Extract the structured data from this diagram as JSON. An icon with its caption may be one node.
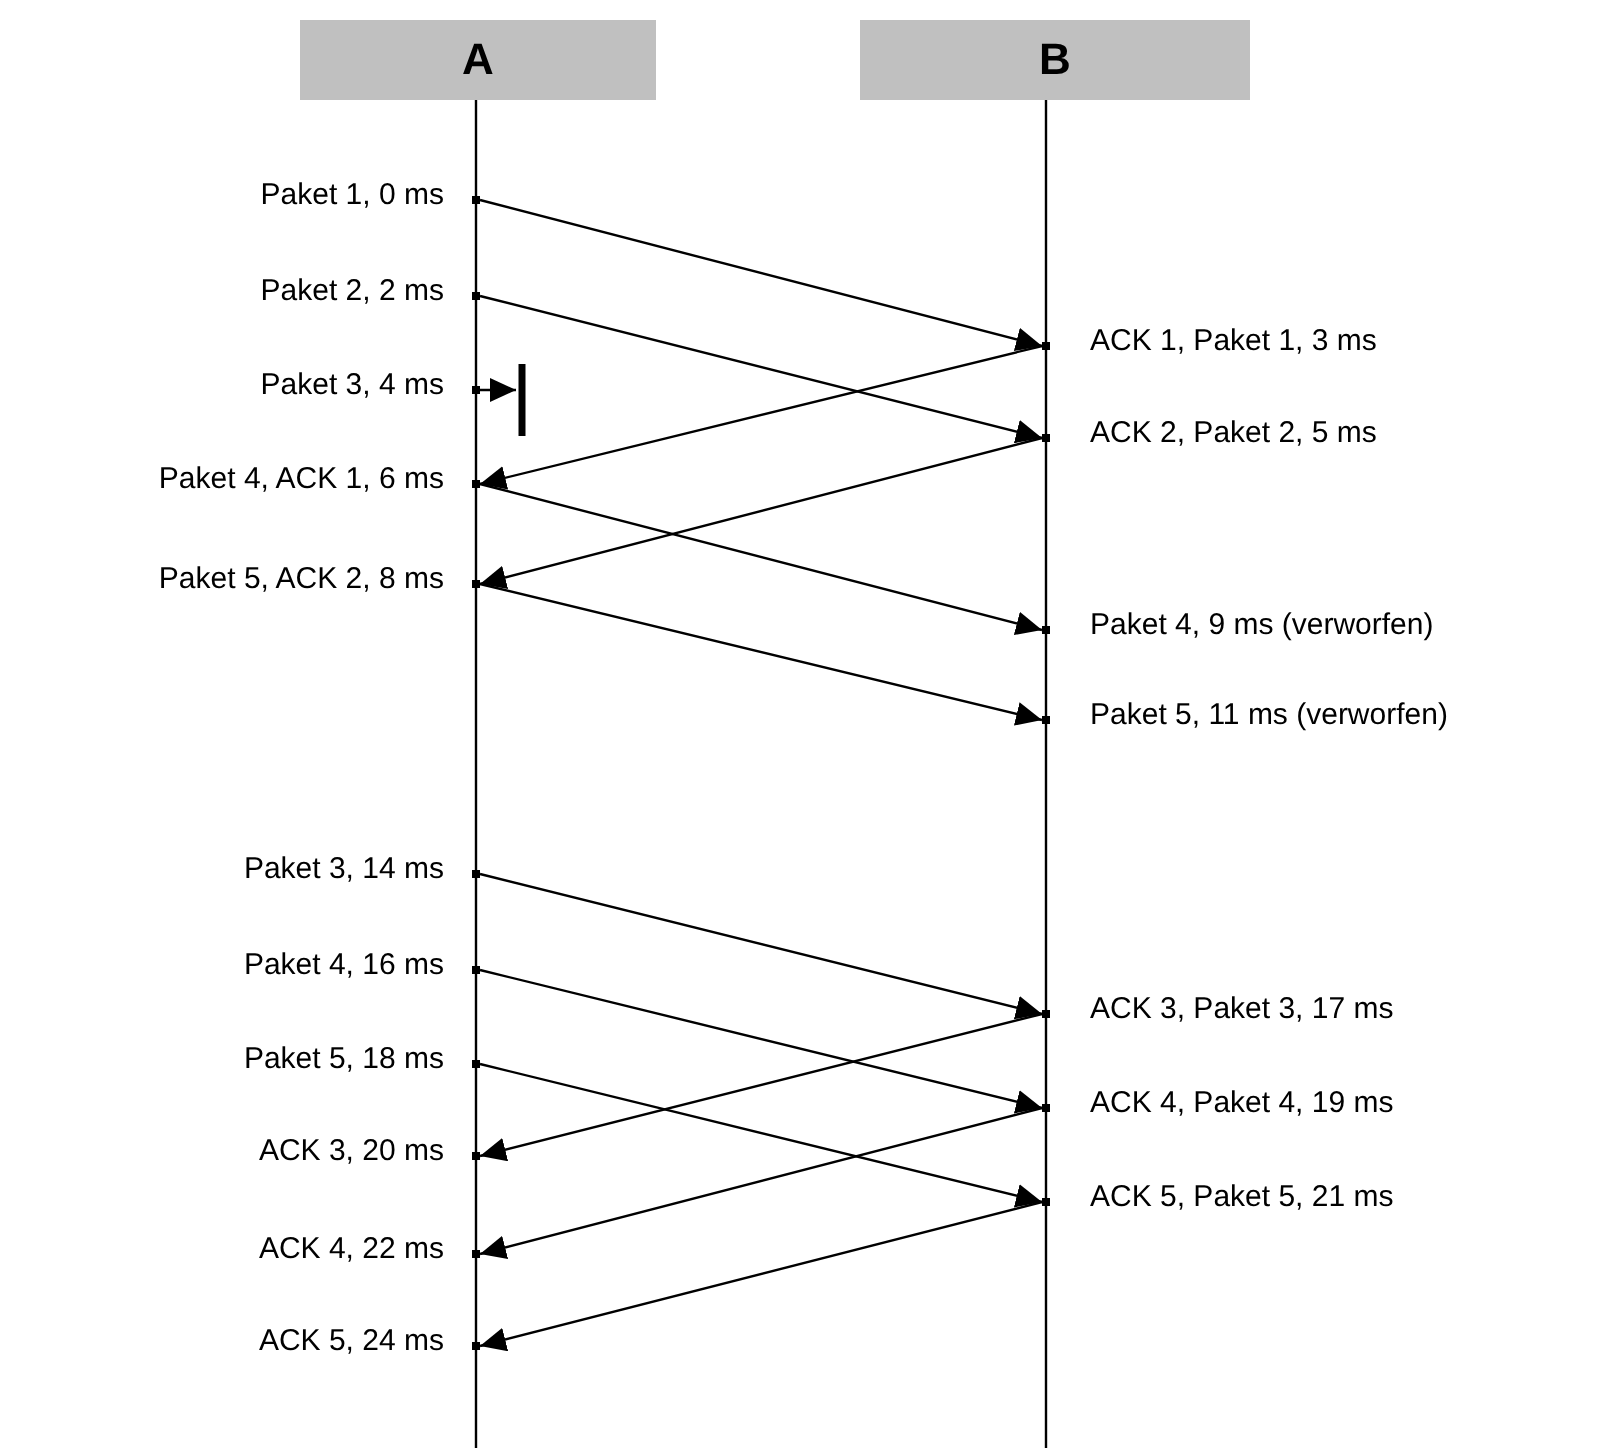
{
  "diagram": {
    "nodes": [
      {
        "text": [
          "A"
        ]
      },
      {
        "text": [
          "B"
        ]
      },
      {
        "text": [],
        "shape": "point",
        "beside": [
          "Paket 1, 0 ms"
        ]
      },
      {
        "text": [],
        "shape": "point",
        "beside": [
          "Paket 2, 2 ms"
        ]
      },
      {
        "text": [],
        "shape": "point",
        "beside": [
          "ACK 1, Paket 1, 3 ms"
        ]
      },
      {
        "text": [],
        "shape": "point",
        "beside": [
          "Paket 3, 4 ms"
        ]
      },
      {
        "text": [],
        "shape": "point",
        "beside": [
          "ACK 2, Paket 2, 5 ms"
        ]
      },
      {
        "text": [],
        "shape": "point",
        "beside": [
          "Paket 4, ACK 1, 6 ms"
        ]
      },
      {
        "text": [],
        "shape": "point",
        "beside": [
          "Paket 5, ACK 2, 8 ms"
        ]
      },
      {
        "text": [],
        "shape": "point",
        "beside": [
          "Paket 4, 9 ms (verworfen)"
        ]
      },
      {
        "text": [],
        "shape": "point",
        "beside": [
          "Paket 5, 11 ms (verworfen)"
        ]
      },
      {
        "text": [],
        "shape": "point",
        "beside": [
          "Paket 3, 14 ms"
        ]
      },
      {
        "text": [],
        "shape": "point",
        "beside": [
          "Paket 4, 16 ms"
        ]
      },
      {
        "text": [],
        "shape": "point",
        "beside": [
          "ACK 3, Paket 3, 17 ms"
        ]
      },
      {
        "text": [],
        "shape": "point",
        "beside": [
          "Paket 5, 18 ms"
        ]
      },
      {
        "text": [],
        "shape": "point",
        "beside": [
          "ACK 4, Paket 4, 19 ms"
        ]
      },
      {
        "text": [],
        "shape": "point",
        "beside": [
          "ACK 3, 20 ms"
        ]
      },
      {
        "text": [],
        "shape": "point",
        "beside": [
          "ACK 5, Paket 5, 21 ms"
        ]
      },
      {
        "text": [],
        "shape": "point",
        "beside": [
          "ACK 4, 22 ms"
        ]
      },
      {
        "text": [],
        "shape": "point",
        "beside": [
          "ACK 5, 24 ms"
        ]
      }
    ],
    "edges": [
      {
        "from": 2,
        "to": 4,
        "arrow": "to"
      },
      {
        "from": 3,
        "to": 6,
        "arrow": "to"
      },
      {
        "from": 4,
        "to": 7,
        "arrow": "to"
      },
      {
        "from": 6,
        "to": 8,
        "arrow": "to"
      },
      {
        "from": 5,
        "to": null,
        "arrow": "to"
      },
      {
        "from": 7,
        "to": 9,
        "arrow": "to"
      },
      {
        "from": 8,
        "to": 10,
        "arrow": "to"
      },
      {
        "from": 11,
        "to": 13,
        "arrow": "to"
      },
      {
        "from": 12,
        "to": 15,
        "arrow": "to"
      },
      {
        "from": 14,
        "to": 17,
        "arrow": "to"
      },
      {
        "from": 13,
        "to": 16,
        "arrow": "to"
      },
      {
        "from": 15,
        "to": 18,
        "arrow": "to"
      },
      {
        "from": 17,
        "to": 19,
        "arrow": "to"
      }
    ]
  }
}
